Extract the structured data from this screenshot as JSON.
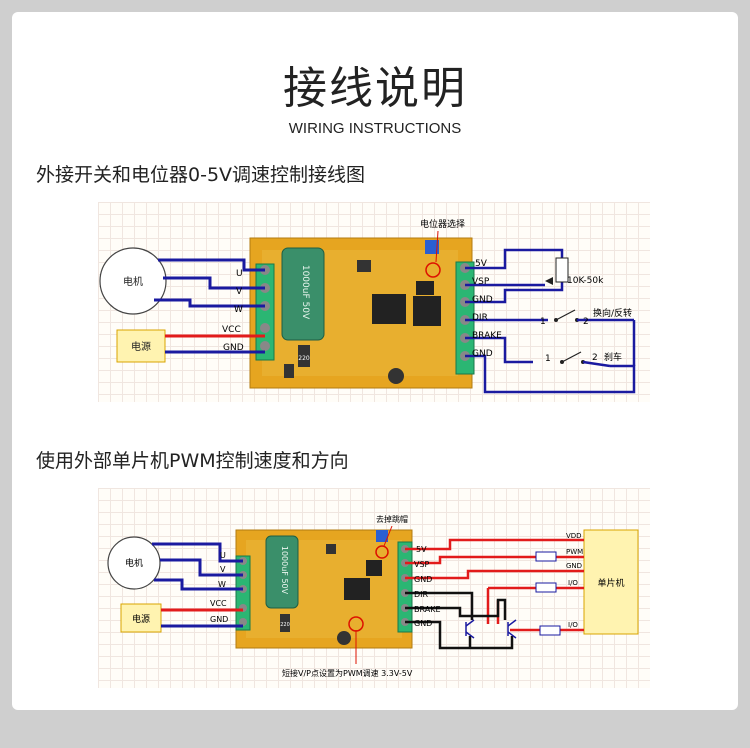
{
  "header": {
    "title": "接线说明",
    "subtitle": "WIRING INSTRUCTIONS"
  },
  "section1": {
    "heading": "外接开关和电位器0-5V调速控制接线图",
    "motor": "电机",
    "power": "电源",
    "terminals_left": [
      "U",
      "V",
      "W",
      "VCC",
      "GND"
    ],
    "terminals_right": [
      "5V",
      "VSP",
      "GND",
      "DIR",
      "BRAKE",
      "GND"
    ],
    "pot_select": "电位器选择",
    "pot": "10K-50k",
    "switch1_pins": [
      "1",
      "2"
    ],
    "switch1_label": "换向/反转",
    "switch2_pins": [
      "1",
      "2"
    ],
    "switch2_label": "刹车",
    "board_cap_text": "1000uF 50V",
    "board_cap_text2": "1000uF",
    "board_marking": "220"
  },
  "section2": {
    "heading": "使用外部单片机PWM控制速度和方向",
    "motor": "电机",
    "power": "电源",
    "terminals_left": [
      "U",
      "V",
      "W",
      "VCC",
      "GND"
    ],
    "terminals_right": [
      "5V",
      "VSP",
      "GND",
      "DIR",
      "BRAKE",
      "GND"
    ],
    "jumper": "去掉跳帽",
    "mcu": "单片机",
    "mcu_pins": [
      "VDD",
      "PWM",
      "GND",
      "I/O",
      "I/O"
    ],
    "note": "短接V/P点设置为PWM调速 3.3V-5V",
    "board_cap_text": "1000uF 50V",
    "board_cap_text2": "1000uF",
    "board_marking": "220"
  },
  "colors": {
    "blue_wire": "#1a1aa0",
    "red_wire": "#e21b1b",
    "black_wire": "#111111",
    "board": "#e6a520",
    "terminal": "#2bb673",
    "capacitor": "#3a8f6a",
    "power_box": "#fff3b0"
  }
}
